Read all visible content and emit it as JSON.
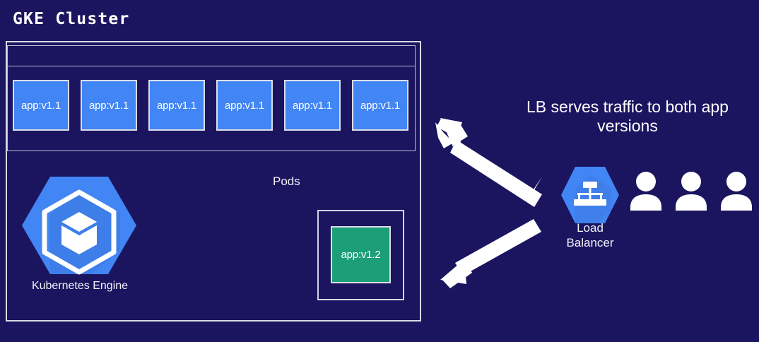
{
  "diagram": {
    "title": "GKE Cluster",
    "background_color": "#1b1560",
    "border_color": "#d9d9e6"
  },
  "cluster": {
    "pods_label": "Pods",
    "pods": [
      {
        "label": "app:v1.1",
        "version": "v1.1",
        "color": "#4285f4"
      },
      {
        "label": "app:v1.1",
        "version": "v1.1",
        "color": "#4285f4"
      },
      {
        "label": "app:v1.1",
        "version": "v1.1",
        "color": "#4285f4"
      },
      {
        "label": "app:v1.1",
        "version": "v1.1",
        "color": "#4285f4"
      },
      {
        "label": "app:v1.1",
        "version": "v1.1",
        "color": "#4285f4"
      },
      {
        "label": "app:v1.1",
        "version": "v1.1",
        "color": "#4285f4"
      }
    ],
    "canary_pod": {
      "label": "app:v1.2",
      "version": "v1.2",
      "color": "#1c9e78"
    },
    "engine": {
      "label": "Kubernetes Engine",
      "icon": "kubernetes-engine-icon",
      "color": "#4285f4"
    }
  },
  "load_balancer": {
    "label_line1": "Load",
    "label_line2": "Balancer",
    "icon": "load-balancer-icon",
    "color": "#4285f4"
  },
  "annotation": {
    "line1": "LB serves traffic to both app",
    "line2": "versions"
  },
  "users": {
    "count": 3,
    "icon": "user-icon",
    "color": "#ffffff"
  },
  "arrows": [
    {
      "name": "lb-to-v1-1-pods",
      "direction": "up-left",
      "color": "#ffffff"
    },
    {
      "name": "lb-to-v1-2-pod",
      "direction": "down-left",
      "color": "#ffffff"
    }
  ]
}
